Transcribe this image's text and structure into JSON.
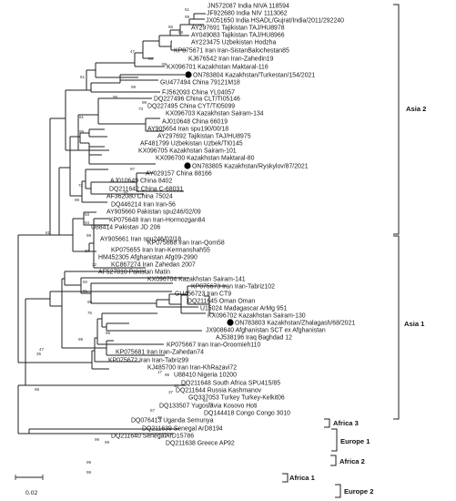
{
  "scale_label": "0.02",
  "groups": [
    {
      "label": "Asia 2"
    },
    {
      "label": "Asia 1"
    },
    {
      "label": "Africa 3"
    },
    {
      "label": "Europe 1"
    },
    {
      "label": "Africa 2"
    },
    {
      "label": "Africa 1"
    },
    {
      "label": "Europe 2"
    }
  ],
  "leaves": [
    {
      "label": "JN572087 India NIVA 118594",
      "marked": false
    },
    {
      "label": "JF922680 India NIV 1113062",
      "marked": false
    },
    {
      "label": "JX051650 India HSADL/Gujrat/India/2011/292240",
      "marked": false
    },
    {
      "label": "AY297691 Tajikistan TAJ/HU8978",
      "marked": false
    },
    {
      "label": "AY049083 Tajikistan TAJ/HU8966",
      "marked": false
    },
    {
      "label": "AY223475 Uzbekistan Hodzha",
      "marked": false
    },
    {
      "label": "KP075671 Iran Iran-SistanBalochestan85",
      "marked": false
    },
    {
      "label": "KJ676542 Iran Iran-Zahedin19",
      "marked": false
    },
    {
      "label": "KX096701 Kazakhstan Maktaral-116",
      "marked": false
    },
    {
      "label": "ON783804 Kazakhstan/Turkestan/154/2021",
      "marked": true
    },
    {
      "label": "GU477494 China 79121M18",
      "marked": false
    },
    {
      "label": "FJ562093 China YL04057",
      "marked": false
    },
    {
      "label": "DQ227496 China CLT/TI05146",
      "marked": false
    },
    {
      "label": "DQ227495 China CYT/TI05099",
      "marked": false
    },
    {
      "label": "KX096703 Kazakhstan Sairam-134",
      "marked": false
    },
    {
      "label": "AJ010648 China 66019",
      "marked": false
    },
    {
      "label": "AY905654 Iran spu190/00/18",
      "marked": false
    },
    {
      "label": "AY297692 Tajikistan TAJ/HU8975",
      "marked": false
    },
    {
      "label": "AF481799 Uzbekistan Uzbek/TI0145",
      "marked": false
    },
    {
      "label": "KX096705 Kazakhstan Sairam-101",
      "marked": false
    },
    {
      "label": "KX096700 Kazakhstan Maktaral-80",
      "marked": false
    },
    {
      "label": "ON783805 Kazakhstan/Ryskylov/87/2021",
      "marked": true
    },
    {
      "label": "AY029157 China 88166",
      "marked": false
    },
    {
      "label": "AJ010649 China 8402",
      "marked": false
    },
    {
      "label": "DQ211642 China C-68031",
      "marked": false
    },
    {
      "label": "AF362080 China 75024",
      "marked": false
    },
    {
      "label": "DQ446214 Iran Iran-56",
      "marked": false
    },
    {
      "label": "AY905660 Pakistan spu246/02/09",
      "marked": false
    },
    {
      "label": "KP075648 Iran Iran-Hormozgan84",
      "marked": false
    },
    {
      "label": "U88414 Pakistan JD 206",
      "marked": false
    },
    {
      "label": "AY905661 Iran spu246/02/18",
      "marked": false
    },
    {
      "label": "KP075668 Iran Iran-Qom58",
      "marked": false
    },
    {
      "label": "KP075655 Iran Iran-Kermanshah55",
      "marked": false
    },
    {
      "label": "HM452305 Afghanistan Afg09-2990",
      "marked": false
    },
    {
      "label": "KC867274 Iran Zahedan 2007",
      "marked": false
    },
    {
      "label": "AF527810 Pakistan Matin",
      "marked": false
    },
    {
      "label": "KX096704 Kazakhstan Sairam-141",
      "marked": false
    },
    {
      "label": "KP075673 Iran Iran-Tabriz102",
      "marked": false
    },
    {
      "label": "GU456723 Iran CT9",
      "marked": false
    },
    {
      "label": "DQ211645 Oman Oman",
      "marked": false
    },
    {
      "label": "U15024 Madagascar ArMg 951",
      "marked": false
    },
    {
      "label": "KX096702 Kazakhstan Sairam-130",
      "marked": false
    },
    {
      "label": "ON783803 Kazakhstan/Zhalagash/68/2021",
      "marked": true
    },
    {
      "label": "JX908640 Afghanistan SCT ex Afghanistan",
      "marked": false
    },
    {
      "label": "AJ538196 Iraq Baghdad 12",
      "marked": false
    },
    {
      "label": "KP075667 Iran Iran-Oroomieh110",
      "marked": false
    },
    {
      "label": "KP075681 Iran Iran-Zahedan74",
      "marked": false
    },
    {
      "label": "KP075672 Iran Iran-Tabriz99",
      "marked": false
    },
    {
      "label": "KJ485700 Iran Iran-KhRazavi72",
      "marked": false
    },
    {
      "label": "U88410 Nigeria 10200",
      "marked": false
    },
    {
      "label": "DQ211648 South Africa SPU415/85",
      "marked": false
    },
    {
      "label": "DQ211644 Russia Kashmanov",
      "marked": false
    },
    {
      "label": "GQ337053 Turkey Turkey-Kelkit06",
      "marked": false
    },
    {
      "label": "DQ133507 Yugoslavia Kosovo Hoti",
      "marked": false
    },
    {
      "label": "DQ144418 Congo Congo 3010",
      "marked": false
    },
    {
      "label": "DQ076413 Uganda Semunya",
      "marked": false
    },
    {
      "label": "DQ211639 Senegal ArD8194",
      "marked": false
    },
    {
      "label": "DQ211640 SenegalArD15786",
      "marked": false
    },
    {
      "label": "DQ211638 Greece AP92",
      "marked": false
    }
  ],
  "bootstrap": [
    {
      "value": "51"
    },
    {
      "value": "99"
    },
    {
      "value": "86"
    },
    {
      "value": "98"
    },
    {
      "value": "47"
    },
    {
      "value": "88"
    },
    {
      "value": "99"
    },
    {
      "value": "61"
    },
    {
      "value": "99"
    },
    {
      "value": "96"
    },
    {
      "value": "99"
    },
    {
      "value": "73"
    },
    {
      "value": "81"
    },
    {
      "value": "99"
    },
    {
      "value": "97"
    },
    {
      "value": "72"
    },
    {
      "value": "99"
    },
    {
      "value": "97"
    },
    {
      "value": "93"
    },
    {
      "value": "94"
    },
    {
      "value": "61"
    },
    {
      "value": "99"
    },
    {
      "value": "30"
    },
    {
      "value": "32"
    },
    {
      "value": "92"
    },
    {
      "value": "91"
    },
    {
      "value": "99"
    },
    {
      "value": "76"
    },
    {
      "value": "55"
    },
    {
      "value": "47"
    },
    {
      "value": "99"
    },
    {
      "value": "17"
    },
    {
      "value": "99"
    },
    {
      "value": "37"
    },
    {
      "value": "18"
    },
    {
      "value": "57"
    },
    {
      "value": "64"
    },
    {
      "value": "73"
    },
    {
      "value": "96"
    },
    {
      "value": "35"
    },
    {
      "value": "99"
    },
    {
      "value": "99"
    },
    {
      "value": "99"
    },
    {
      "value": "99"
    },
    {
      "value": "99"
    }
  ]
}
